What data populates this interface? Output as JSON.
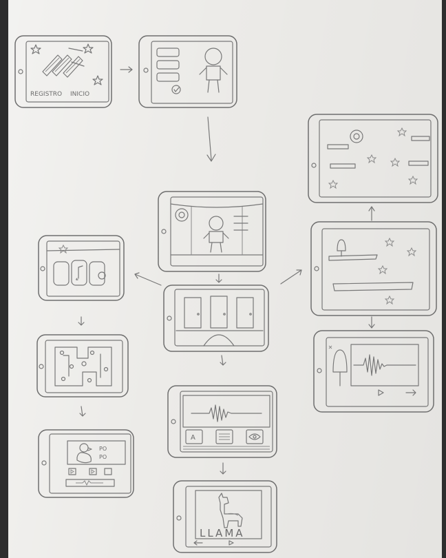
{
  "labels": {
    "register": "REGISTRO",
    "start": "INICIO",
    "syllable_1": "PO",
    "syllable_2": "PO",
    "key_letter": "A",
    "word": "LLAMA"
  },
  "colors": {
    "paper": "#ecebe8",
    "pencil": "#6e6e6e",
    "background": "#2e2e2e"
  },
  "icons": [
    "star-icon",
    "gear-icon",
    "check-icon",
    "play-icon",
    "arrow-icon",
    "waveform-icon",
    "music-note-icon",
    "popsicle-icon",
    "duck-icon",
    "llama-icon",
    "eye-icon"
  ]
}
